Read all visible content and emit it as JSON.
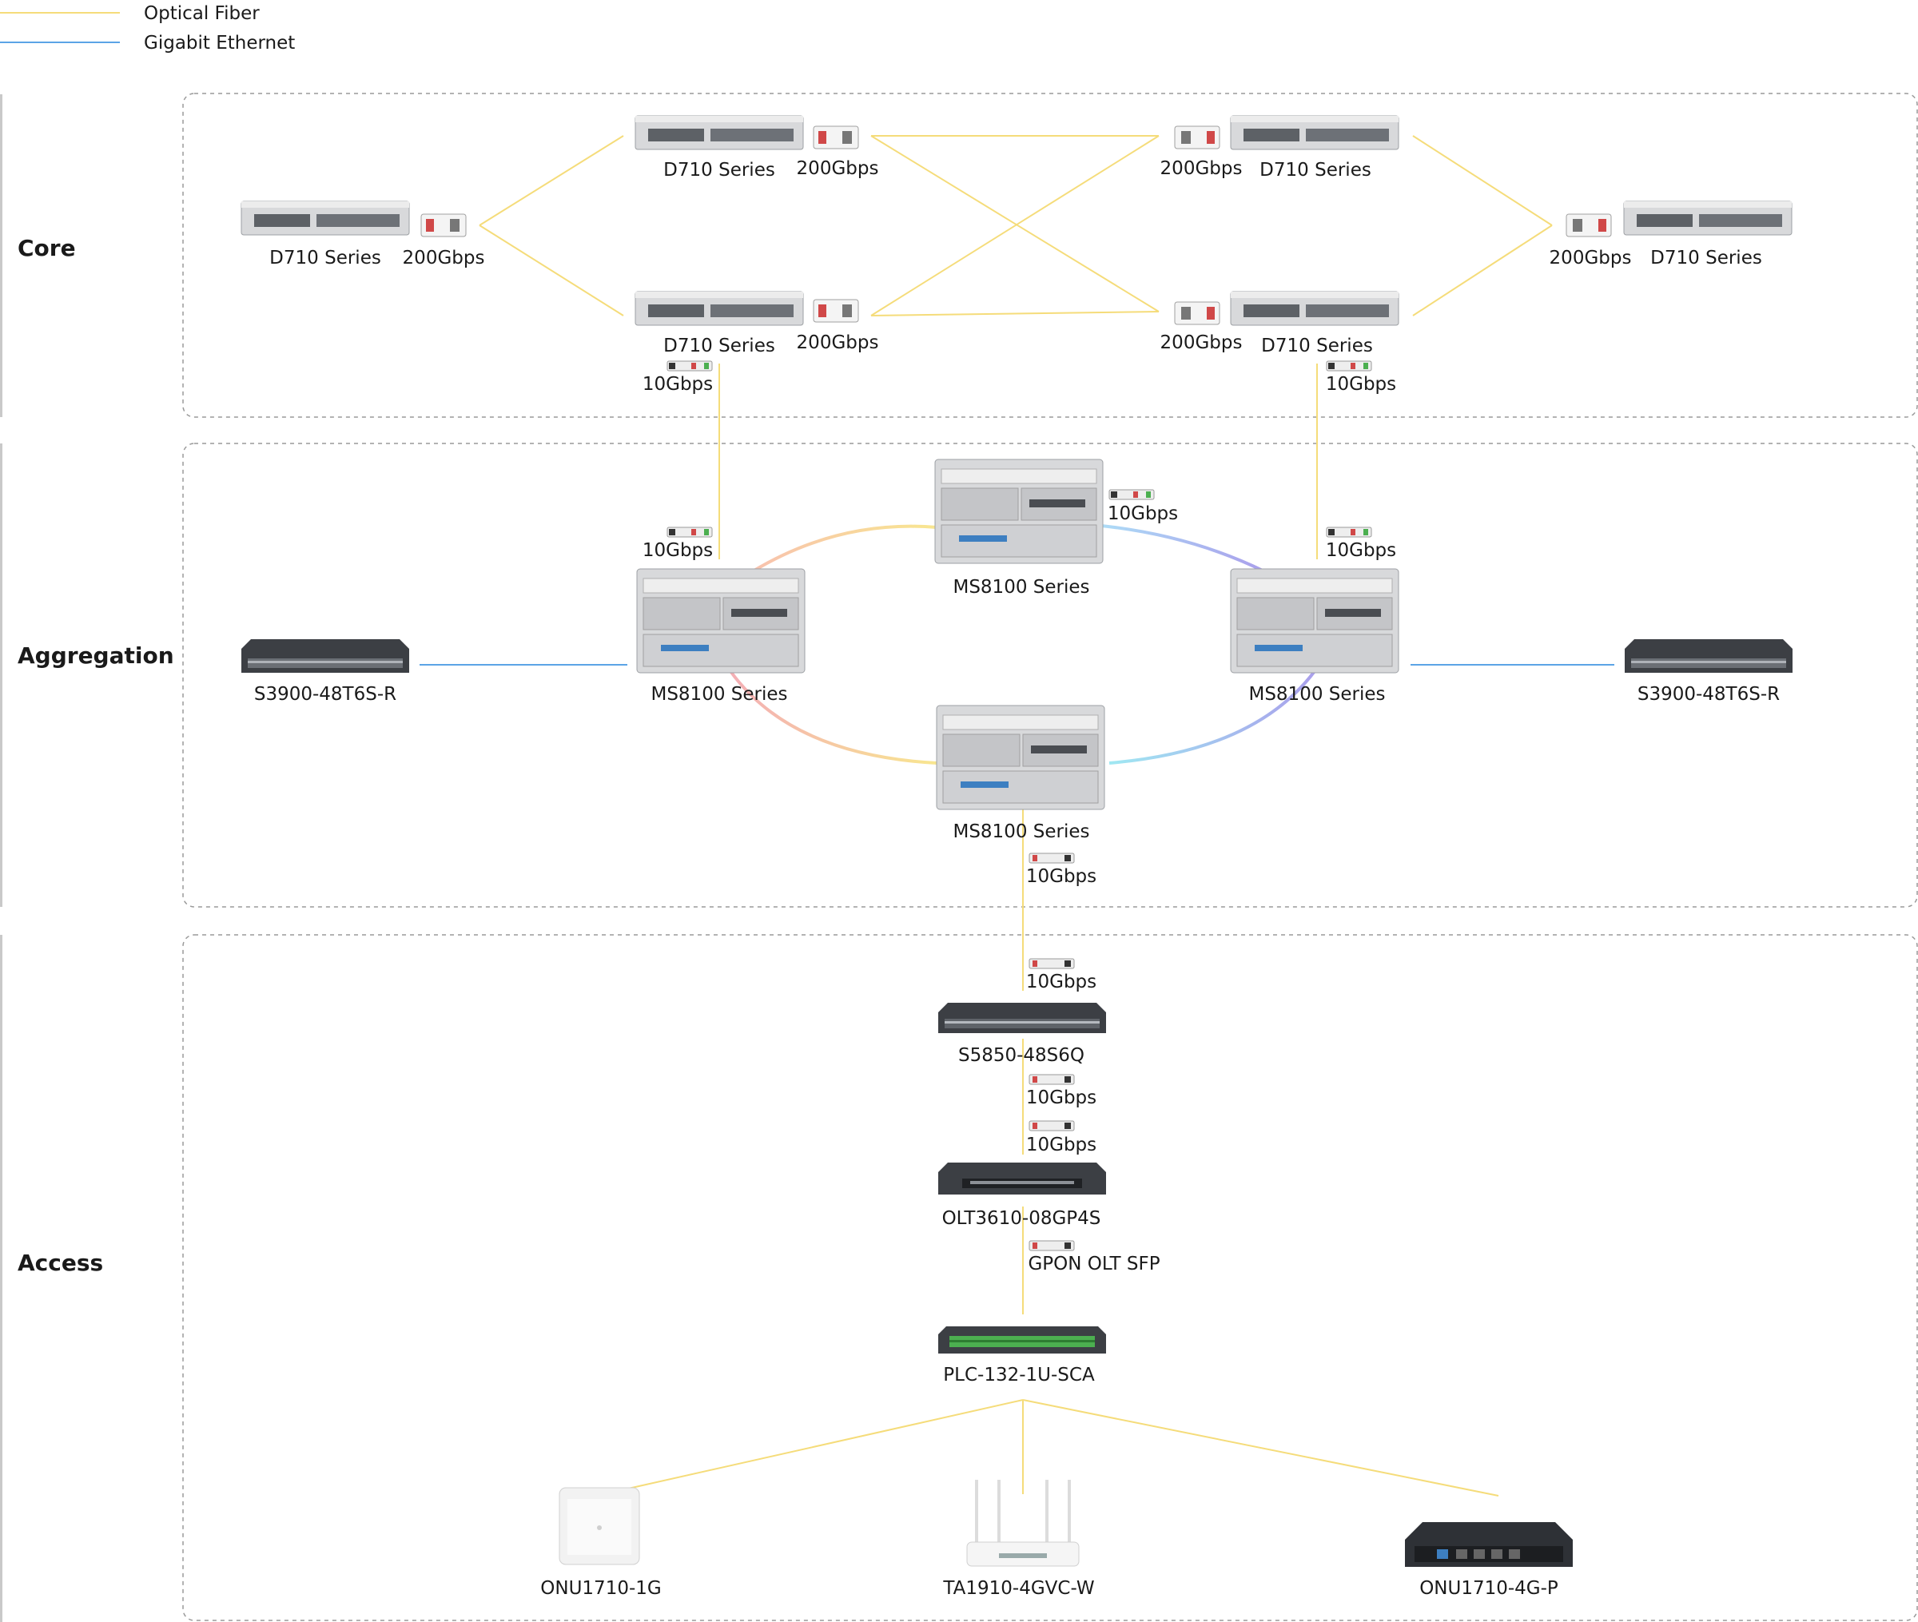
{
  "legend": {
    "items": [
      {
        "label": "Optical Fiber",
        "color": "#f5dc7a"
      },
      {
        "label": "Gigabit Ethernet",
        "color": "#5ba4e6"
      }
    ]
  },
  "tiers": {
    "core": "Core",
    "aggregation": "Aggregation",
    "access": "Access"
  },
  "devices": {
    "d710_left": "D710 Series",
    "d710_top_left": "D710 Series",
    "d710_bottom_left": "D710 Series",
    "d710_top_right": "D710 Series",
    "d710_bottom_right": "D710 Series",
    "d710_right": "D710 Series",
    "ms8100_top": "MS8100 Series",
    "ms8100_left": "MS8100 Series",
    "ms8100_right": "MS8100 Series",
    "ms8100_bottom": "MS8100 Series",
    "s3900_left": "S3900-48T6S-R",
    "s3900_right": "S3900-48T6S-R",
    "s5850": "S5850-48S6Q",
    "olt": "OLT3610-08GP4S",
    "plc": "PLC-132-1U-SCA",
    "onu_1g": "ONU1710-1G",
    "ta1910": "TA1910-4GVC-W",
    "onu_4gp": "ONU1710-4G-P"
  },
  "links": {
    "core_left": "200Gbps",
    "core_top_left": "200Gbps",
    "core_bottom_left": "200Gbps",
    "core_top_right": "200Gbps",
    "core_bottom_right": "200Gbps",
    "core_right": "200Gbps",
    "core_down_left": "10Gbps",
    "core_down_right": "10Gbps",
    "agg_up_left": "10Gbps",
    "agg_up_right": "10Gbps",
    "agg_ms_top": "10Gbps",
    "agg_down": "10Gbps",
    "acc_s5850_up": "10Gbps",
    "acc_s5850_down": "10Gbps",
    "acc_olt_up": "10Gbps",
    "acc_gpon": "GPON OLT SFP"
  },
  "colors": {
    "fiber": "#f5dc7a",
    "ethernet": "#5ba4e6",
    "zone_border": "#9a9a9a",
    "device_dark": "#3c3f44",
    "device_light": "#d8d9db"
  }
}
